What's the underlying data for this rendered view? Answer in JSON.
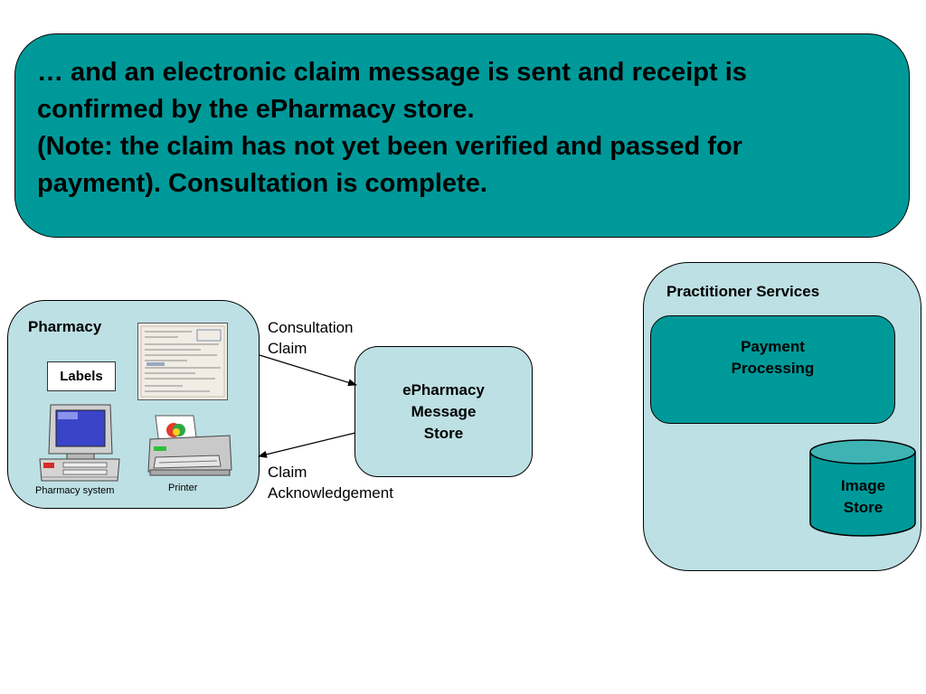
{
  "banner": {
    "lines": [
      "… and an electronic claim message is sent and receipt is",
      "confirmed by the ePharmacy store.",
      "(Note: the claim has not yet been verified and passed for",
      "payment).  Consultation is complete."
    ]
  },
  "pharmacy": {
    "title": "Pharmacy",
    "labels_box": "Labels",
    "system_caption": "Pharmacy system",
    "printer_caption": "Printer"
  },
  "flows": {
    "claim_lines": [
      "Consultation",
      "Claim"
    ],
    "ack_lines": [
      "Claim",
      "Acknowledgement"
    ]
  },
  "store": {
    "lines": [
      "ePharmacy",
      "Message",
      "Store"
    ]
  },
  "practitioner": {
    "title": "Practitioner Services",
    "payment_lines": [
      "Payment",
      "Processing"
    ],
    "image_store_lines": [
      "Image",
      "Store"
    ]
  },
  "colors": {
    "teal": "#009999",
    "light_teal": "#bde0e4"
  },
  "icons": [
    "document-icon",
    "computer-icon",
    "printer-icon",
    "database-cylinder-icon"
  ]
}
